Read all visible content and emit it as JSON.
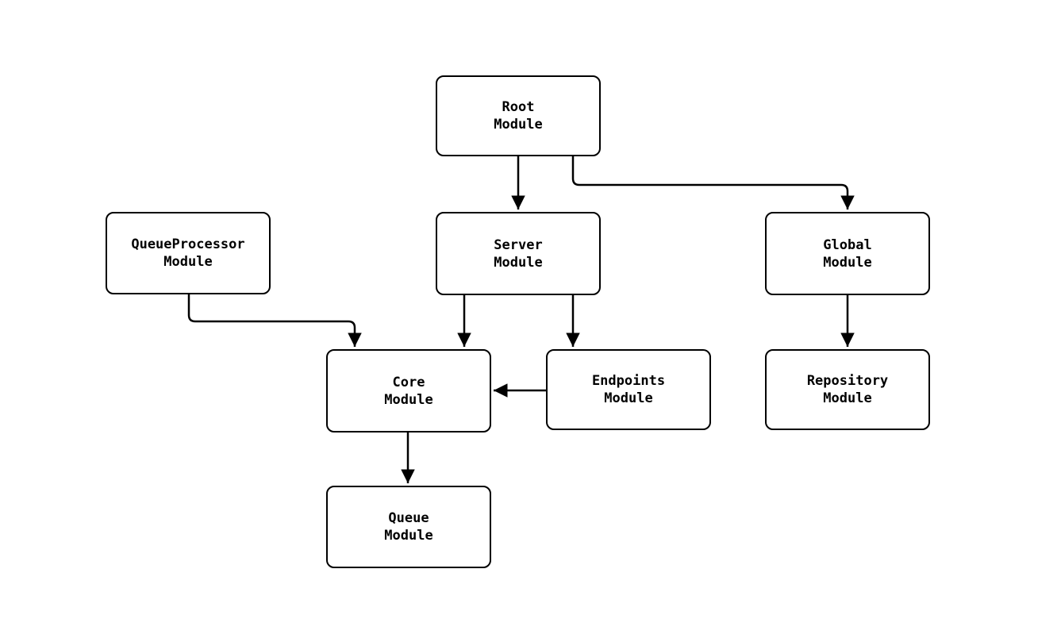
{
  "diagram": {
    "type": "module-dependency-flowchart",
    "background_color": "#ffffff",
    "stroke_color": "#000000",
    "text_color": "#000000",
    "nodes": {
      "root": {
        "label": "Root\nModule"
      },
      "queueprocessor": {
        "label": "QueueProcessor\nModule"
      },
      "server": {
        "label": "Server\nModule"
      },
      "global": {
        "label": "Global\nModule"
      },
      "core": {
        "label": "Core\nModule"
      },
      "endpoints": {
        "label": "Endpoints\nModule"
      },
      "repository": {
        "label": "Repository\nModule"
      },
      "queue": {
        "label": "Queue\nModule"
      }
    },
    "edges": [
      {
        "from": "Root Module",
        "to": "Server Module"
      },
      {
        "from": "Root Module",
        "to": "Global Module"
      },
      {
        "from": "QueueProcessor Module",
        "to": "Core Module"
      },
      {
        "from": "Server Module",
        "to": "Core Module"
      },
      {
        "from": "Server Module",
        "to": "Endpoints Module"
      },
      {
        "from": "Endpoints Module",
        "to": "Core Module"
      },
      {
        "from": "Global Module",
        "to": "Repository Module"
      },
      {
        "from": "Core Module",
        "to": "Queue Module"
      }
    ]
  }
}
